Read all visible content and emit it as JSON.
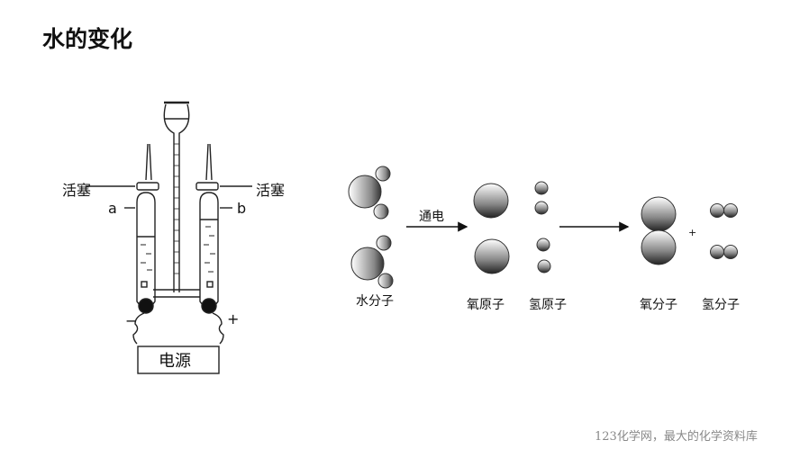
{
  "slide": {
    "title": "水的变化",
    "footer": "123化学网，最大的化学资料库"
  },
  "apparatus": {
    "stopcock_left": "活塞",
    "stopcock_right": "活塞",
    "tube_a": "a",
    "tube_b": "b",
    "minus": "−",
    "plus": "+",
    "power_supply": "电源"
  },
  "reaction": {
    "water_molecule": "水分子",
    "condition": "通电",
    "oxygen_atom": "氧原子",
    "hydrogen_atom": "氢原子",
    "plus": "+",
    "oxygen_molecule": "氧分子",
    "hydrogen_molecule": "氢分子"
  }
}
